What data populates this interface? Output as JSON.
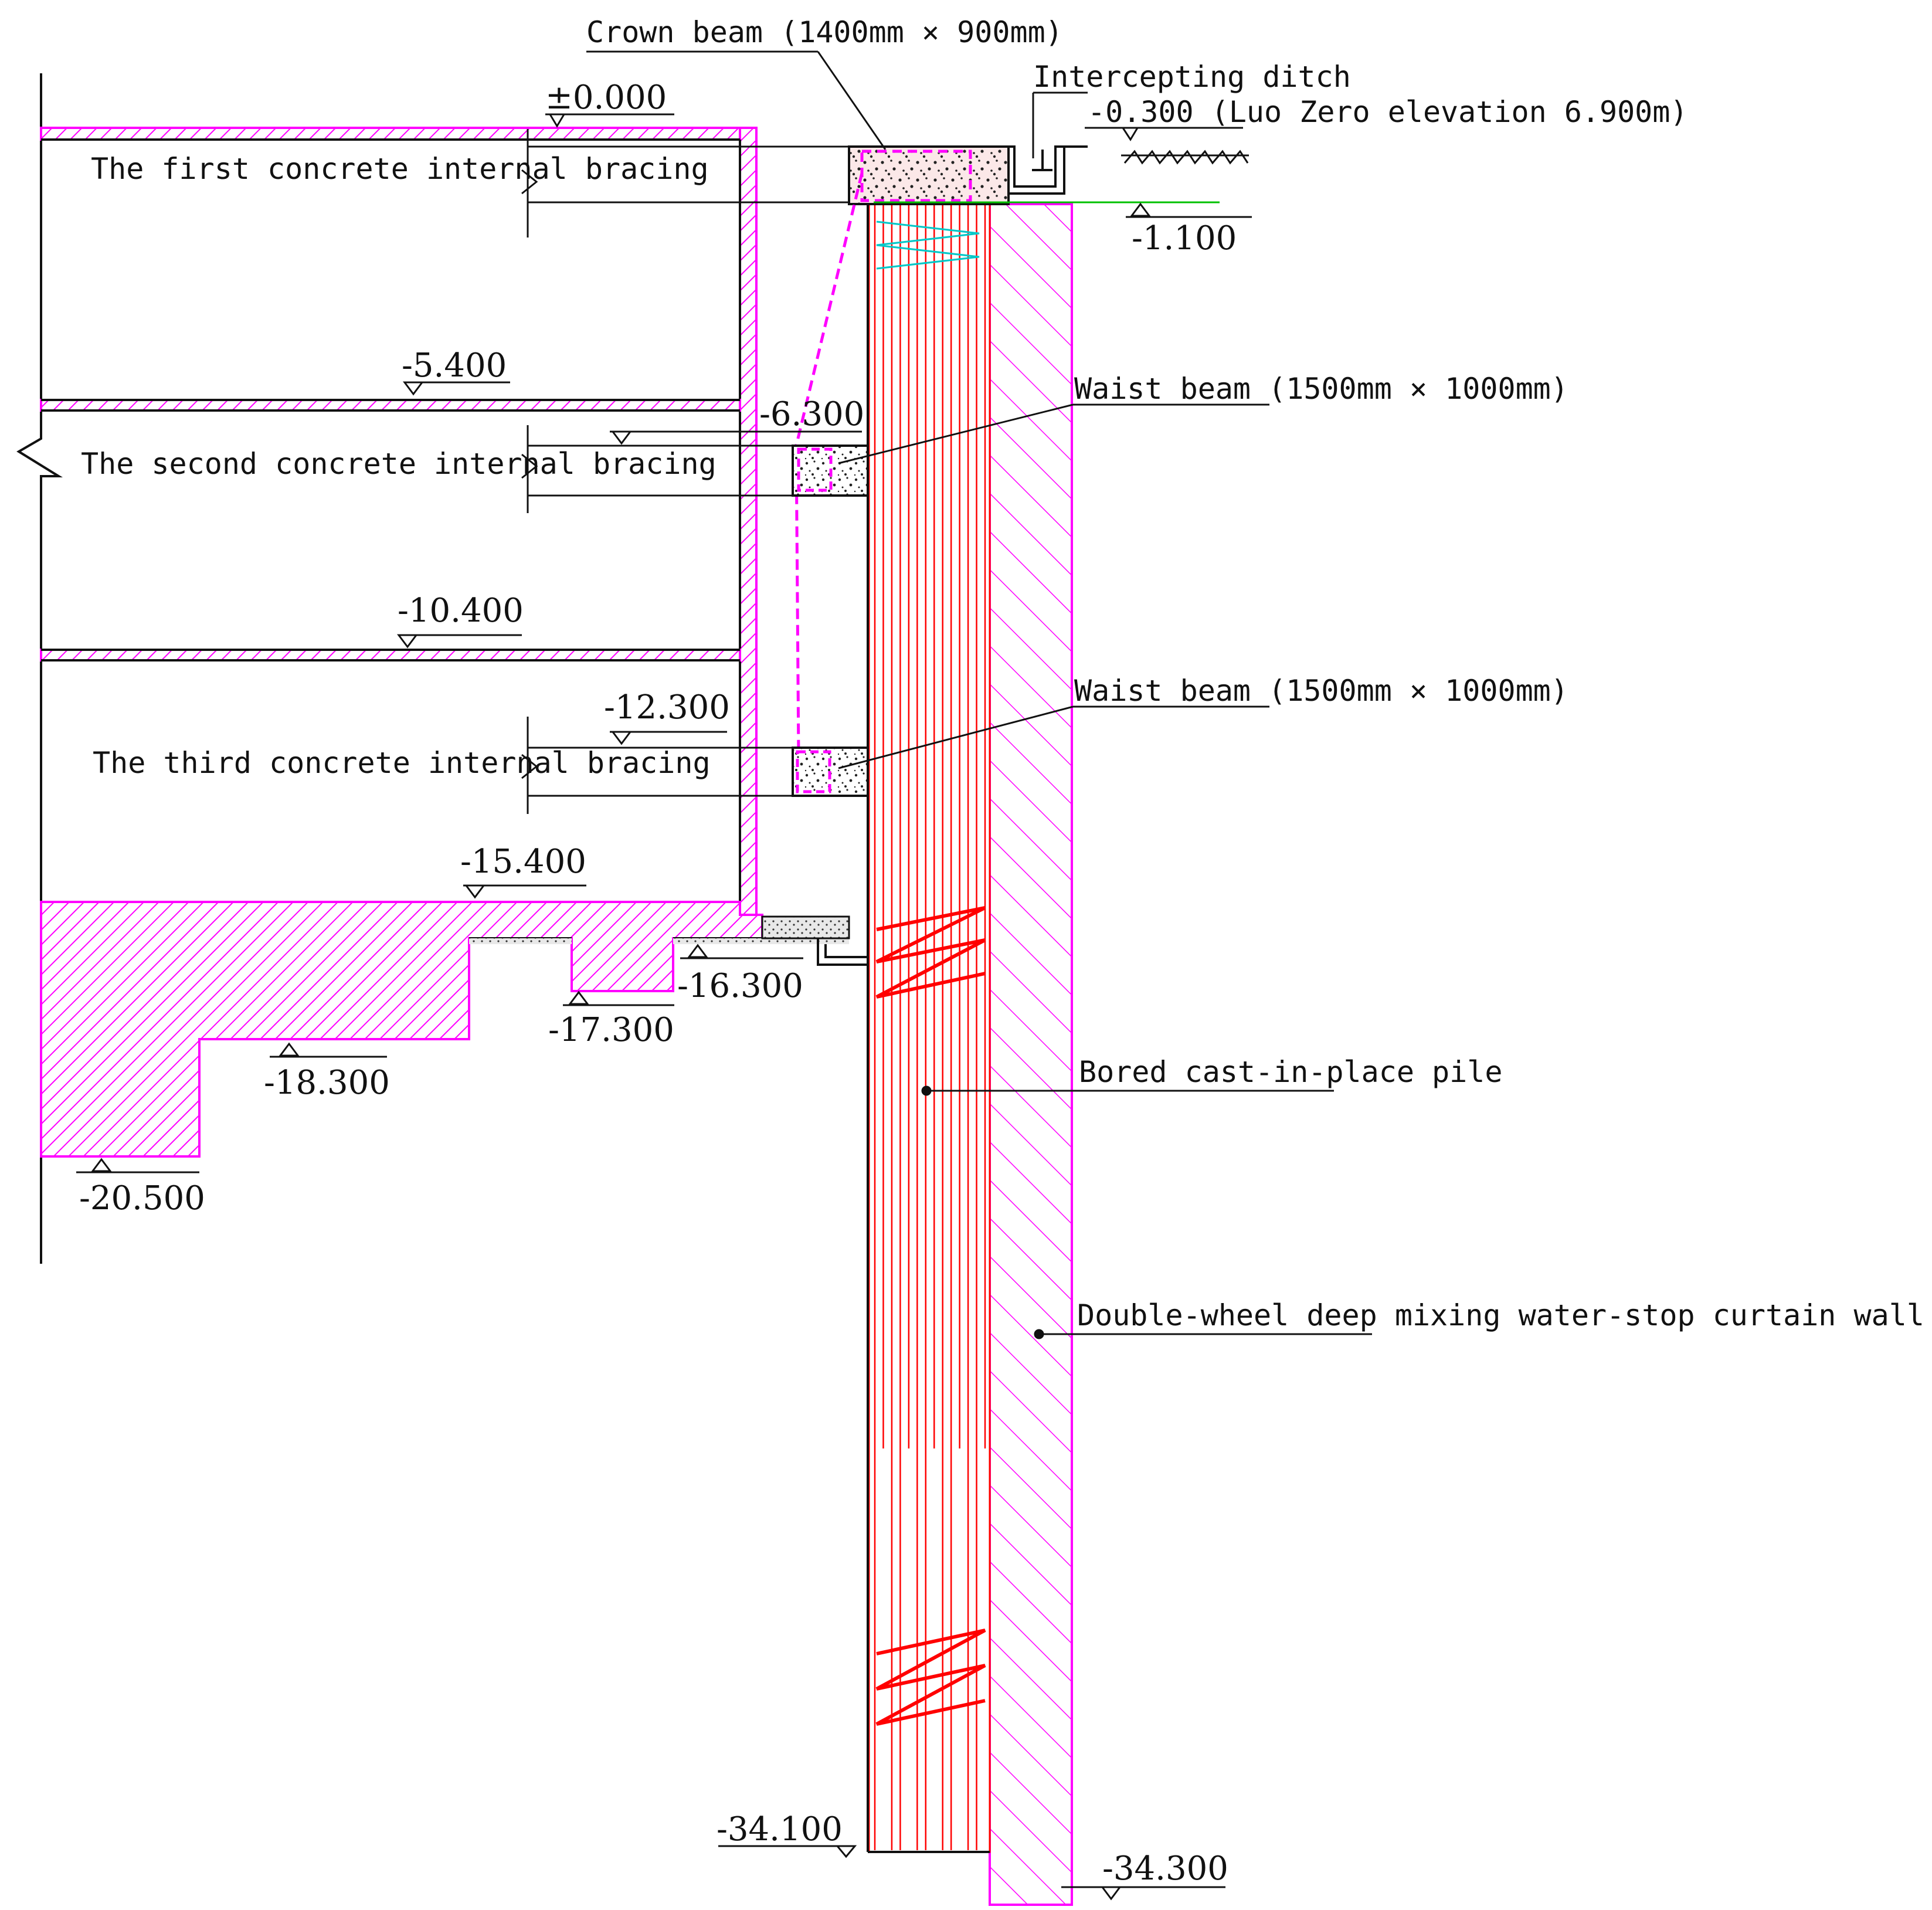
{
  "labels": {
    "crown_beam": "Crown beam (1400mm × 900mm)",
    "intercepting_ditch": "Intercepting ditch",
    "ground_elev": "-0.300 (Luo Zero elevation 6.900m)",
    "waist_beam_1": "Waist beam (1500mm × 1000mm)",
    "waist_beam_2": "Waist beam (1500mm × 1000mm)",
    "bored_pile": "Bored cast-in-place pile",
    "curtain_wall": "Double-wheel deep mixing water-stop curtain wall",
    "bracing_1": "The first concrete internal bracing",
    "bracing_2": "The second concrete internal bracing",
    "bracing_3": "The third concrete internal bracing"
  },
  "elevations": {
    "e_0": "±0.000",
    "e_1_1": "-1.100",
    "e_5_4": "-5.400",
    "e_6_3": "-6.300",
    "e_10_4": "-10.400",
    "e_12_3": "-12.300",
    "e_15_4": "-15.400",
    "e_16_3": "-16.300",
    "e_17_3": "-17.300",
    "e_18_3": "-18.300",
    "e_20_5": "-20.500",
    "e_34_1": "-34.100",
    "e_34_3": "-34.300"
  },
  "colors": {
    "structure": "#ff00ff",
    "pile": "#ff0000",
    "line": "#111111",
    "water_level": "#00c000",
    "stirrup": "#00c8c8"
  }
}
